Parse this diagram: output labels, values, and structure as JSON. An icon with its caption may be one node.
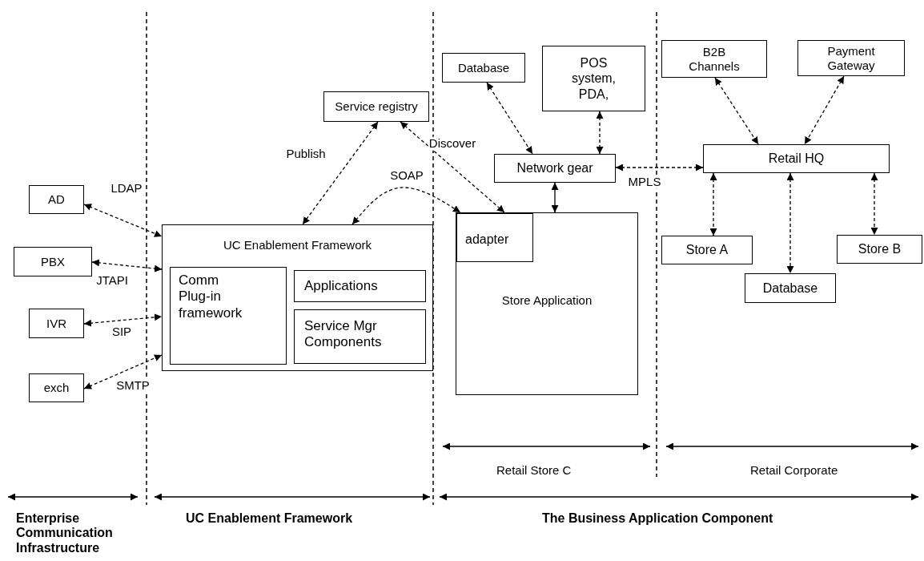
{
  "diagram": {
    "nodes": [
      {
        "text": [
          "AD"
        ]
      },
      {
        "text": [
          "PBX"
        ]
      },
      {
        "text": [
          "IVR"
        ]
      },
      {
        "text": [
          "exch"
        ]
      },
      {
        "text": [
          "UC Enablement Framework"
        ]
      },
      {
        "text": [
          "Comm Plug-in framework"
        ],
        "in": 4
      },
      {
        "text": [
          "Applications"
        ],
        "in": 4
      },
      {
        "text": [
          "Service Mgr Components"
        ],
        "in": 4
      },
      {
        "text": [
          "Service registry"
        ]
      },
      {
        "text": [
          "Database"
        ]
      },
      {
        "text": [
          "POS system, PDA,"
        ]
      },
      {
        "text": [
          "Network gear"
        ]
      },
      {
        "text": [
          "Store Application"
        ]
      },
      {
        "text": [
          "adapter"
        ],
        "in": 12
      },
      {
        "text": [
          "B2B Channels"
        ]
      },
      {
        "text": [
          "Payment Gateway"
        ]
      },
      {
        "text": [
          "Retail HQ"
        ]
      },
      {
        "text": [
          "Store A"
        ]
      },
      {
        "text": [
          "Store B"
        ]
      },
      {
        "text": [
          "Database"
        ]
      }
    ],
    "edges": [
      {
        "from": 0,
        "to": 4,
        "arrow": "both",
        "label": "LDAP",
        "style": "dashed"
      },
      {
        "from": 1,
        "to": 4,
        "arrow": "both",
        "label": "JTAPI",
        "style": "dashed"
      },
      {
        "from": 2,
        "to": 4,
        "arrow": "both",
        "label": "SIP",
        "style": "dashed"
      },
      {
        "from": 3,
        "to": 4,
        "arrow": "both",
        "label": "SMTP",
        "style": "dashed"
      },
      {
        "from": 8,
        "to": 4,
        "arrow": "both",
        "label": "Publish",
        "style": "dashed"
      },
      {
        "from": 4,
        "to": 13,
        "arrow": "both",
        "label": "SOAP",
        "style": "dashed"
      },
      {
        "from": 8,
        "to": 13,
        "arrow": "both",
        "label": "Discover",
        "style": "dashed"
      },
      {
        "from": 9,
        "to": 11,
        "arrow": "both",
        "style": "dashed"
      },
      {
        "from": 10,
        "to": 11,
        "arrow": "both",
        "style": "dashed"
      },
      {
        "from": 11,
        "to": 12,
        "arrow": "both"
      },
      {
        "from": 11,
        "to": 16,
        "arrow": "both",
        "label": "MPLS",
        "style": "dashed"
      },
      {
        "from": 14,
        "to": 16,
        "arrow": "both",
        "style": "dashed"
      },
      {
        "from": 15,
        "to": 16,
        "arrow": "both",
        "style": "dashed"
      },
      {
        "from": 16,
        "to": 17,
        "arrow": "both",
        "style": "dashed"
      },
      {
        "from": 16,
        "to": 19,
        "arrow": "both",
        "style": "dashed"
      },
      {
        "from": 16,
        "to": 18,
        "arrow": "both",
        "style": "dashed"
      }
    ],
    "labels": [
      "Retail Store C",
      "Retail Corporate",
      "Enterprise Communication Infrastructure",
      "UC Enablement Framework",
      "The Business Application Component"
    ]
  }
}
